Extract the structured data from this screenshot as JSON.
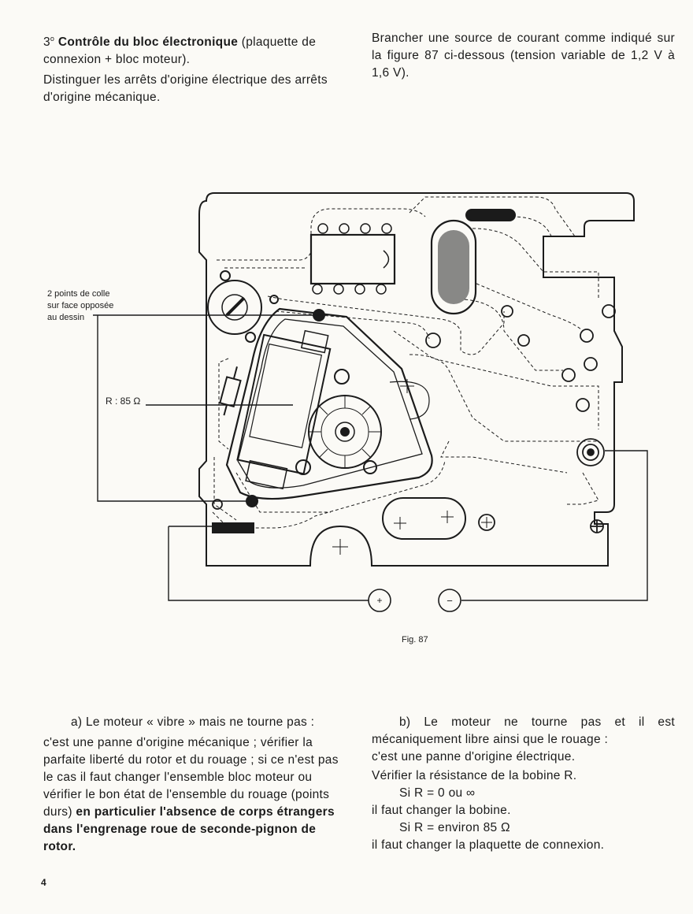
{
  "top_left": {
    "line1_num": "3",
    "line1_deg": "o",
    "line1_bold": "Contrôle du bloc électronique",
    "line1_rest": " (plaquette de connexion + bloc moteur).",
    "line2": "Distinguer les arrêts d'origine électrique des arrêts d'origine mécanique."
  },
  "top_right": "Brancher une source de courant comme indiqué sur la figure 87 ci-dessous (tension variable de 1,2 V à 1,6 V).",
  "figure": {
    "glue_note_1": "2 points de colle",
    "glue_note_2": "sur face opposée",
    "glue_note_3": "au dessin",
    "resistor_label": "R : 85 Ω",
    "plus_terminal": "+",
    "minus_terminal": "−",
    "caption": "Fig. 87"
  },
  "bottom_left": {
    "heading": "a) Le moteur « vibre » mais ne tourne pas :",
    "body": "c'est une panne d'origine mécanique ; vérifier la parfaite liberté du rotor et du rouage ; si ce n'est pas le cas il faut changer l'ensemble bloc moteur ou vérifier le bon état de l'ensemble du rouage (points durs)",
    "bold": " en particulier l'absence de corps étrangers dans l'engrenage roue de seconde-pignon de rotor."
  },
  "bottom_right": {
    "heading": "b) Le moteur ne tourne pas et il est mécaniquement libre ainsi que le rouage :",
    "line2": "c'est une panne d'origine électrique.",
    "line3": "Vérifier la résistance de la bobine R.",
    "line4": "Si R = 0 ou ∞",
    "line5": "il faut changer la bobine.",
    "line6": "Si R = environ 85 Ω",
    "line7": "il faut changer la plaquette de connexion."
  },
  "page_number": "4"
}
